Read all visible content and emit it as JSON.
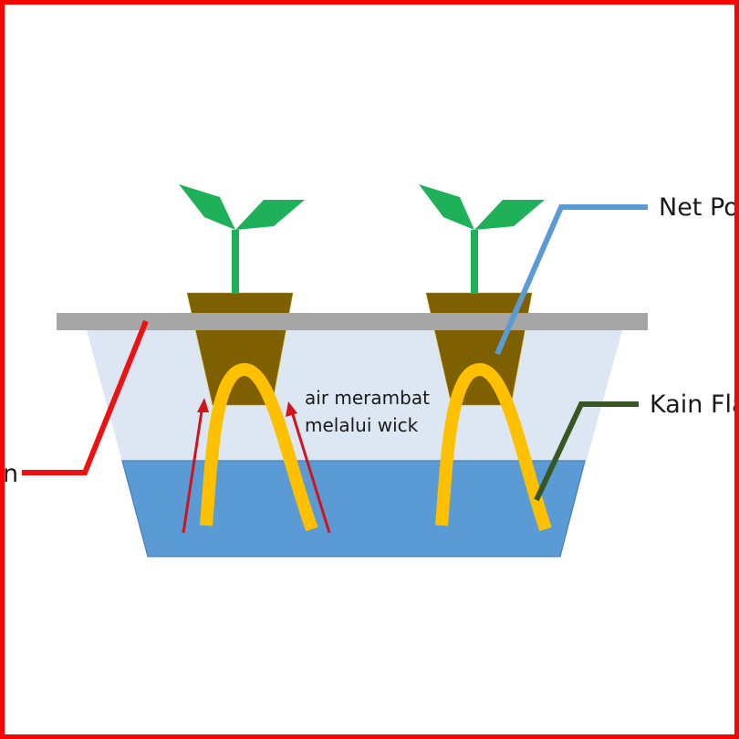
{
  "title": "Wick hydroponic system diagram",
  "colors": {
    "frame_border": "#ff0000",
    "background": "#ffffff",
    "tray": "#dde7f3",
    "water": "#5b9bd5",
    "water_edge": "#4a7fb0",
    "shelf": "#a6a6a6",
    "net_pot": "#7f6000",
    "wick": "#ffc000",
    "plant": "#1fb15a",
    "arrow": "#d0141c",
    "leader_left": "#ee1111",
    "leader_netpot": "#5b9bd5",
    "leader_wick": "#375623"
  },
  "labels": {
    "left_cut": "n",
    "net_pot": "Net Po",
    "wick_cloth": "Kain Fla",
    "flow_line1": "air merambat",
    "flow_line2": "melalui wick"
  },
  "components": {
    "plants": [
      {
        "name": "plant-left"
      },
      {
        "name": "plant-right"
      }
    ],
    "flow_arrows_count": 2
  }
}
